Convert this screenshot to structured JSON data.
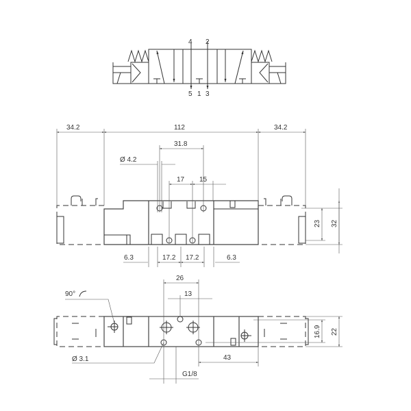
{
  "symbol": {
    "ports": {
      "p4": "4",
      "p2": "2",
      "p5": "5",
      "p1": "1",
      "p3": "3"
    }
  },
  "front_view": {
    "dims": {
      "left_solenoid": "34.2",
      "body_length": "112",
      "right_solenoid": "34.2",
      "hole_spacing": "31.8",
      "hole_dia": "Ø 4.2",
      "d17": "17",
      "d15": "15",
      "b63_left": "6.3",
      "b172_a": "17.2",
      "b172_b": "17.2",
      "b63_right": "6.3",
      "h23": "23",
      "h32": "32"
    }
  },
  "bottom_view": {
    "dims": {
      "d26": "26",
      "d13": "13",
      "rotation": "90°",
      "h169": "16.9",
      "h22": "22",
      "hole_dia": "Ø 3.1",
      "d43": "43",
      "thread": "G1/8"
    }
  }
}
